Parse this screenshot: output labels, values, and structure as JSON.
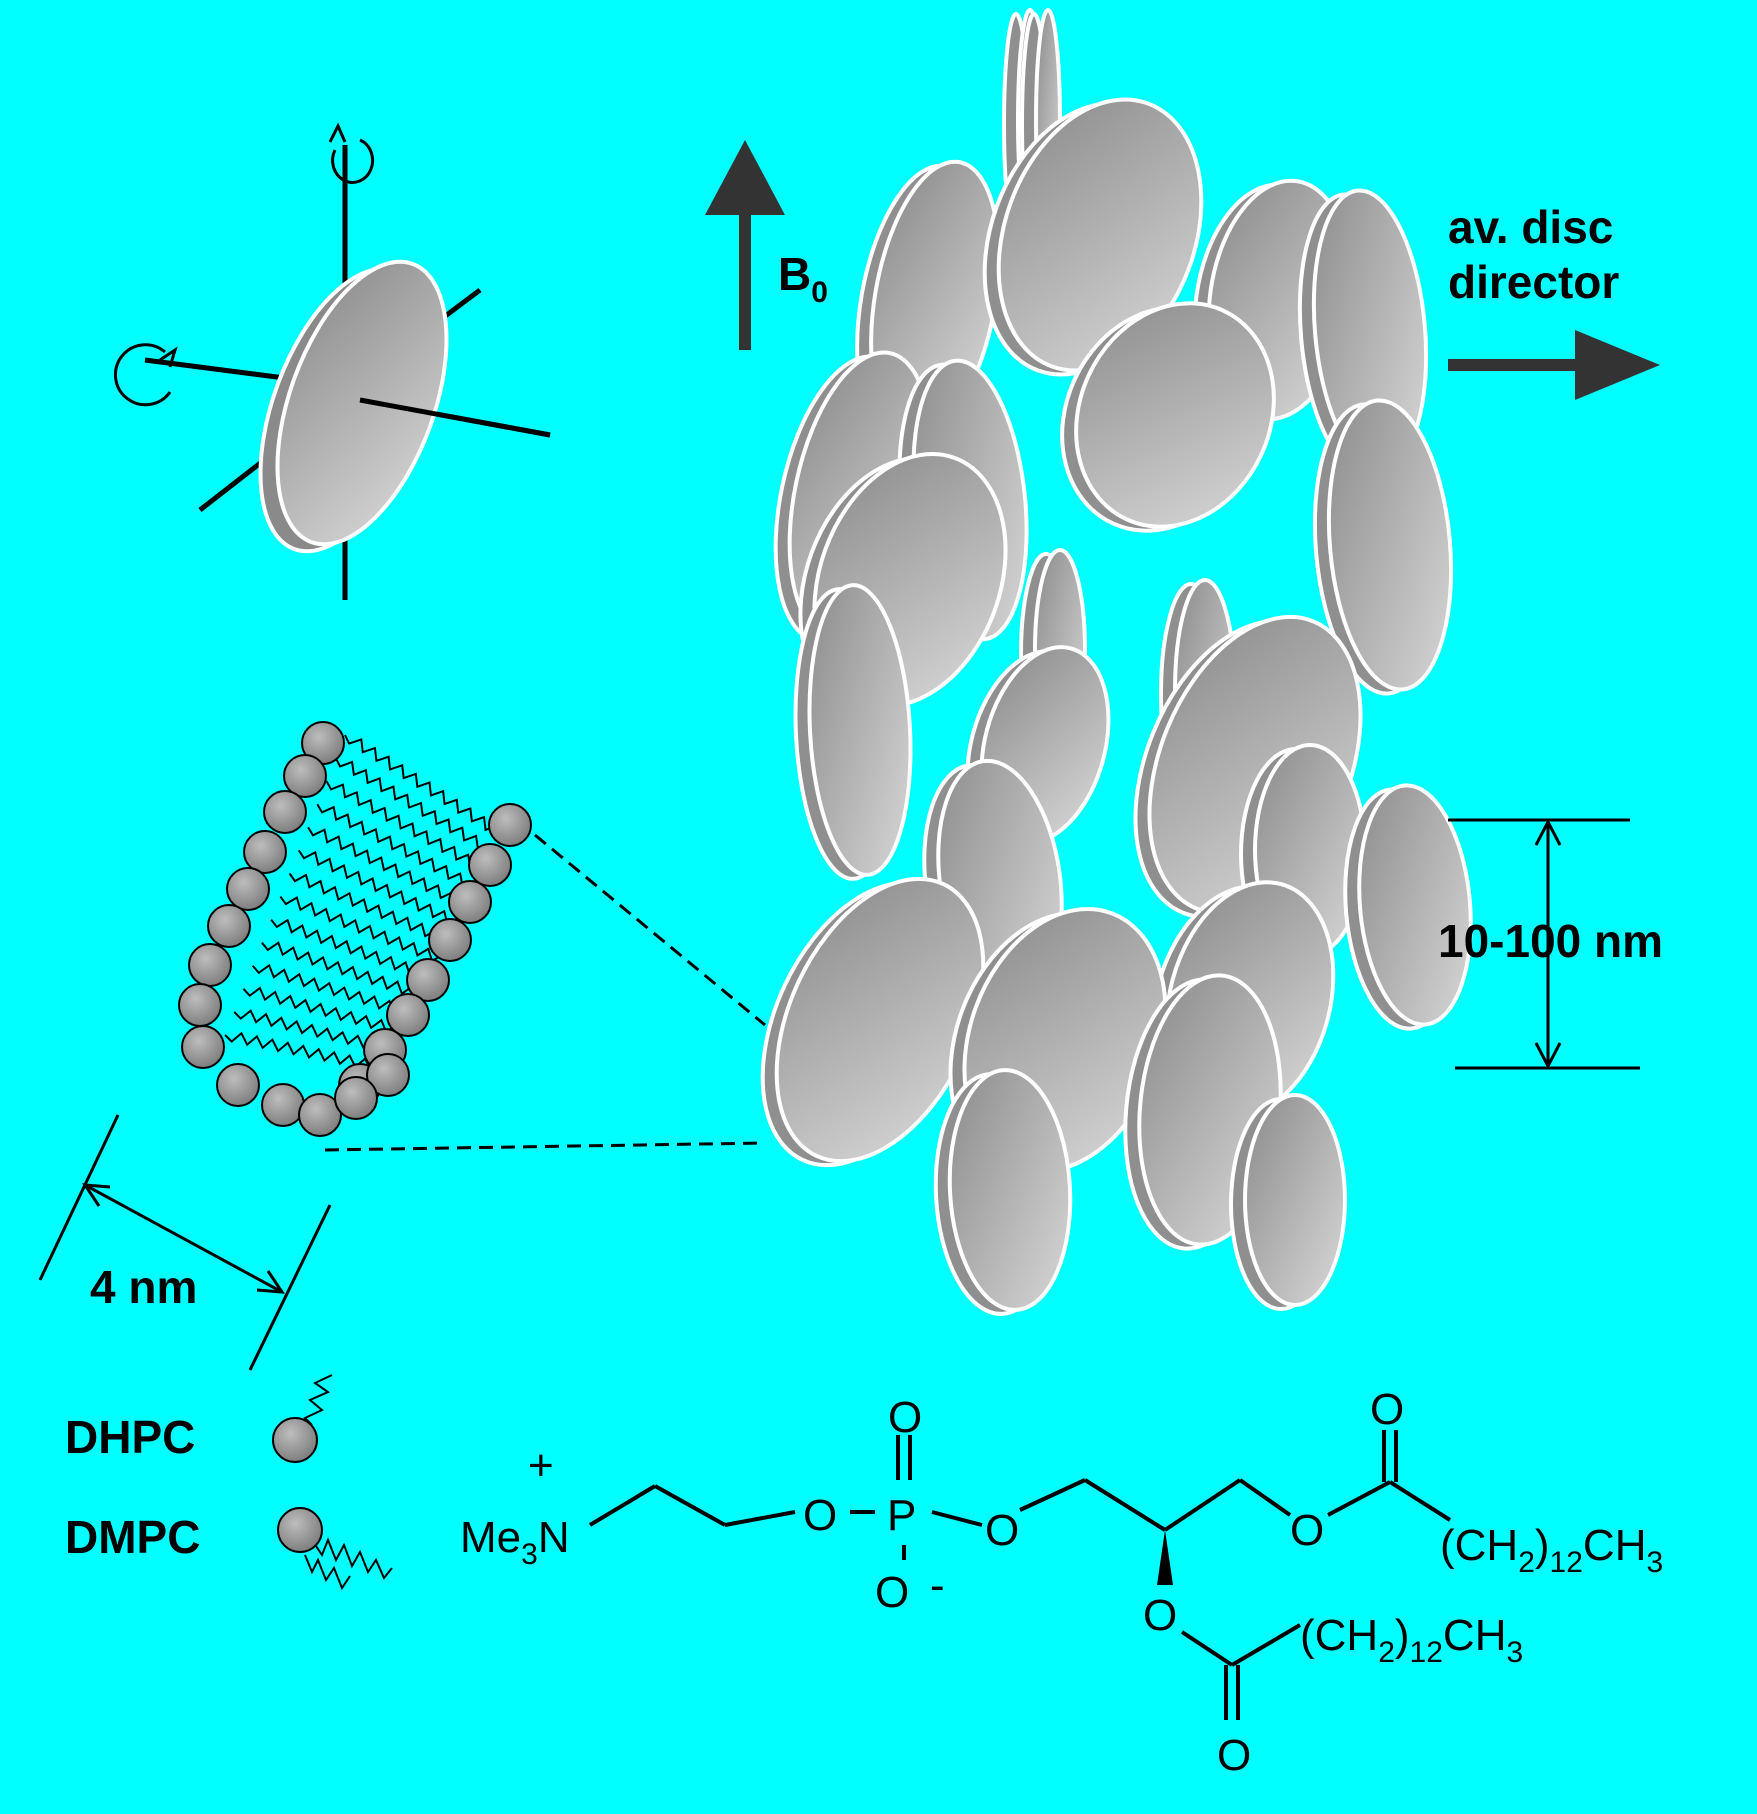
{
  "colors": {
    "background": "#00FFFF",
    "disc_fill_light": "#d9d9d9",
    "disc_fill_dark": "#8a8a8a",
    "disc_outline": "#ffffff",
    "ink": "#000000",
    "arrow": "#333333"
  },
  "labels": {
    "field": "B",
    "field_sub": "0",
    "director_line1": "av. disc",
    "director_line2": "director",
    "size_large": "10-100 nm",
    "size_small": "4 nm",
    "legend_dhpc": "DHPC",
    "legend_dmpc": "DMPC"
  },
  "chem": {
    "charge_plus": "+",
    "me3n_me": "Me",
    "me3n_sub": "3",
    "me3n_n": "N",
    "o_link1": "O",
    "phosphorus": "P",
    "o_double": "O",
    "o_minus": "O",
    "minus": "-",
    "o_link2": "O",
    "o_ester1": "O",
    "o_carbonyl1": "O",
    "chain1_open": "(CH",
    "chain1_sub2": "2",
    "chain1_close": ")",
    "chain1_sub12": "12",
    "chain1_ch": "CH",
    "chain1_sub3": "3",
    "o_ester2": "O",
    "o_carbonyl2": "O",
    "chain2_open": "(CH",
    "chain2_sub2": "2",
    "chain2_close": ")",
    "chain2_sub12": "12",
    "chain2_ch": "CH",
    "chain2_sub3": "3"
  }
}
